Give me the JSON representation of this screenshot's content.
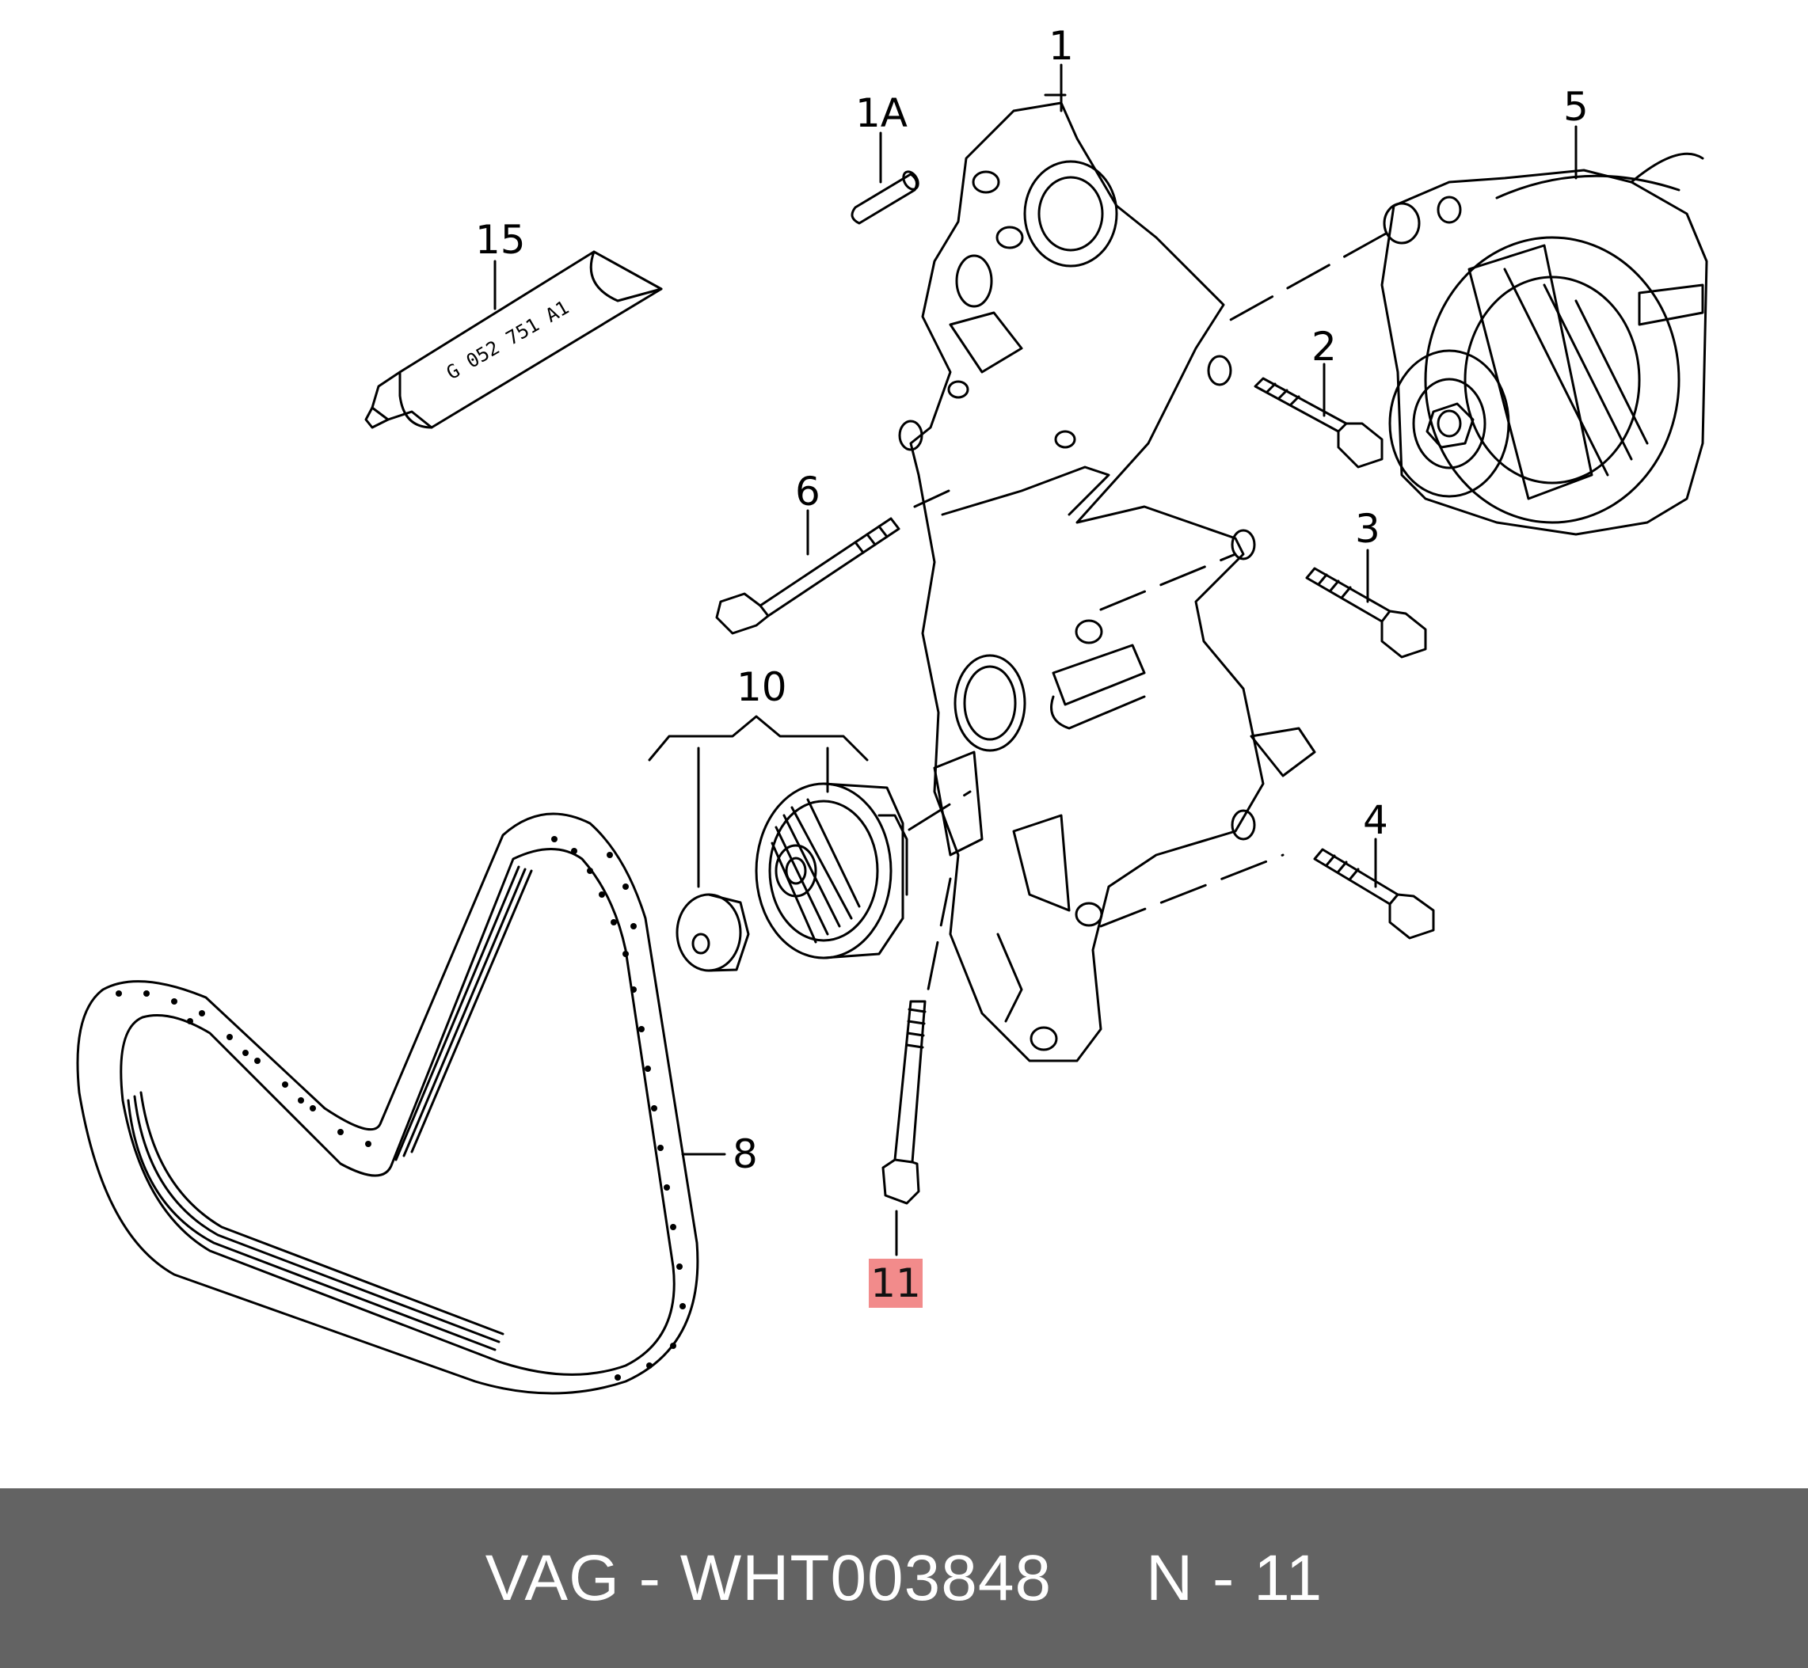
{
  "callouts": {
    "c1": "1",
    "c1A": "1A",
    "c2": "2",
    "c3": "3",
    "c4": "4",
    "c5": "5",
    "c6": "6",
    "c8": "8",
    "c10": "10",
    "c11": "11",
    "c15": "15"
  },
  "tube_label": "G 052 751 A1",
  "highlight_color": "#f28b8b",
  "footer": {
    "text": "VAG - WHT003848     N - 11",
    "background": "#636363"
  }
}
